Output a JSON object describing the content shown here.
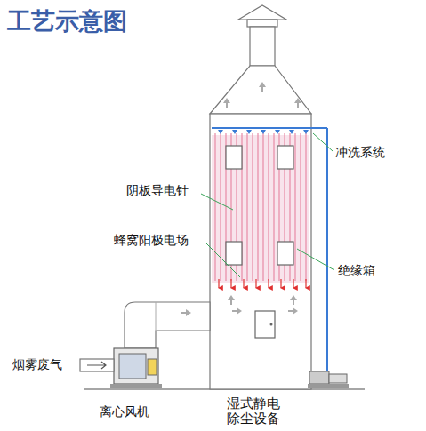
{
  "diagram": {
    "title": "工艺示意图",
    "labels": [
      "冲洗系统",
      "阴板导电针",
      "蜂窝阳极电场",
      "绝缘箱",
      "烟雾废气",
      "离心风机",
      "湿式静电 除尘设备"
    ]
  }
}
